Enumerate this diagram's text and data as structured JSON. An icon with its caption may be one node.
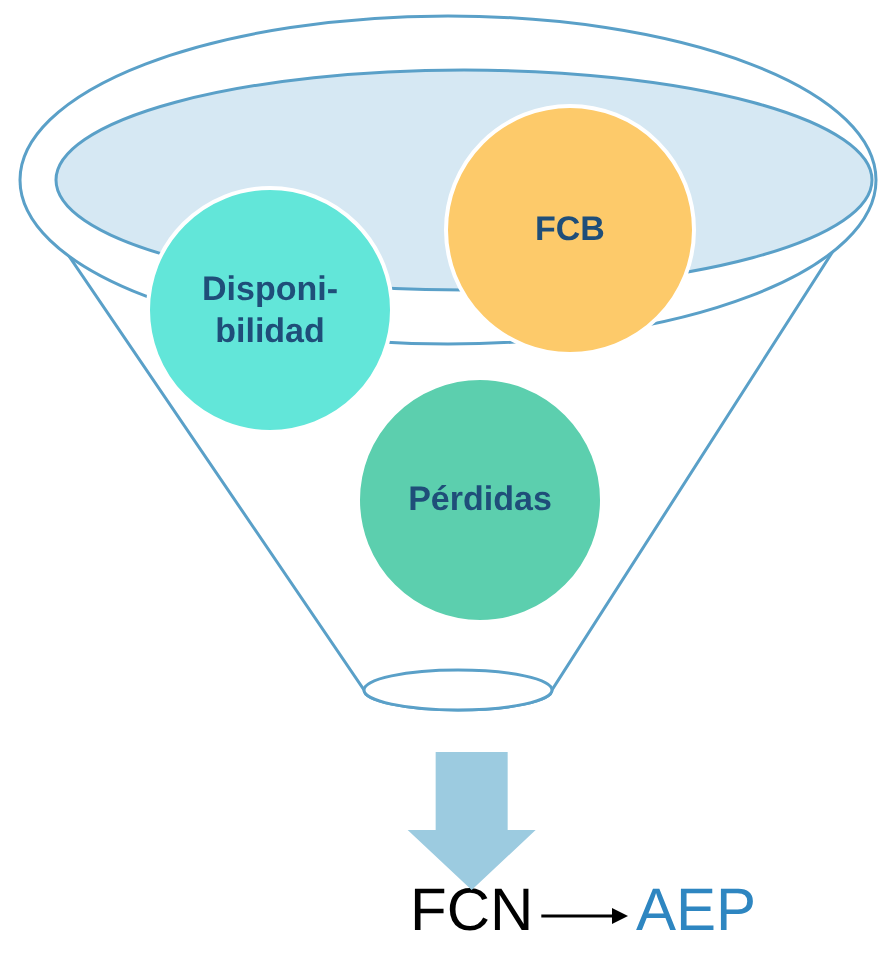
{
  "diagram": {
    "nodes": [
      {
        "text": [],
        "shape": "funnel"
      },
      {
        "text": [
          "Disponi-bilidad"
        ],
        "in": 0
      },
      {
        "text": [
          "FCB"
        ]
      },
      {
        "text": [
          "Pérdidas"
        ],
        "in": 0
      },
      {
        "text": [
          "FCN"
        ]
      },
      {
        "text": [
          "AEP"
        ]
      }
    ],
    "edges": [
      {
        "from": 0,
        "to": 4,
        "arrow": "to",
        "style": "thick",
        "color": "#9ccbe0"
      },
      {
        "from": 4,
        "to": 5,
        "arrow": "to",
        "color": "#000000"
      }
    ]
  }
}
